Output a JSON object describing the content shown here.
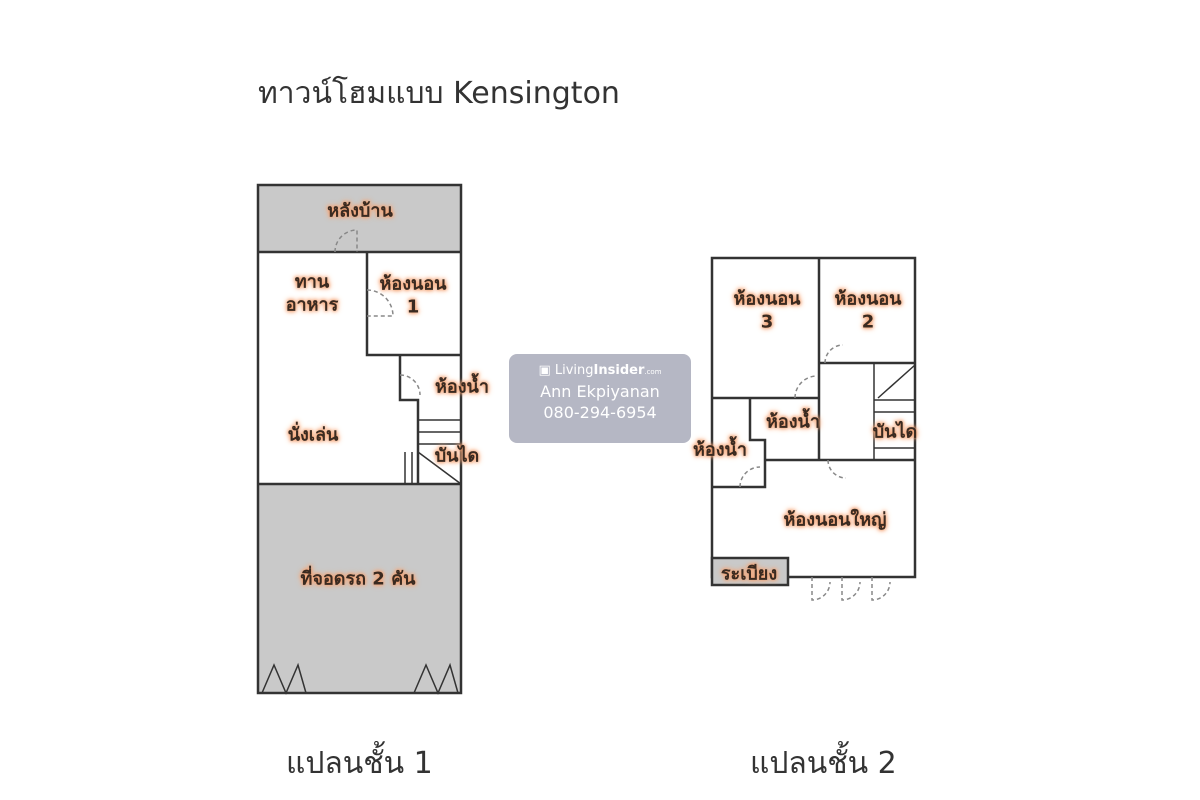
{
  "title": "ทาวน์โฮมแบบ Kensington",
  "floor1": {
    "caption": "แปลนชั้น 1",
    "rooms": {
      "backyard": "หลังบ้าน",
      "dining": "ทาน\nอาหาร",
      "bedroom1": "ห้องนอน\n1",
      "bathroom": "ห้องน้ำ",
      "living": "นั่งเล่น",
      "stairs": "บันได",
      "parking": "ที่จอดรถ 2 คัน"
    }
  },
  "floor2": {
    "caption": "แปลนชั้น 2",
    "rooms": {
      "bedroom3": "ห้องนอน\n3",
      "bedroom2": "ห้องนอน\n2",
      "bathroom_center": "ห้องน้ำ",
      "bathroom_left": "ห้องน้ำ",
      "stairs": "บันได",
      "master": "ห้องนอนใหญ่",
      "balcony": "ระเบียง"
    }
  },
  "watermark": {
    "brand_light": "Living",
    "brand_bold": "Insider",
    "brand_suffix": ".com",
    "name": "Ann Ekpiyanan",
    "phone": "080-294-6954"
  },
  "colors": {
    "wall": "#333333",
    "shade": "#c8c8c8",
    "glow": "#f4a070"
  }
}
